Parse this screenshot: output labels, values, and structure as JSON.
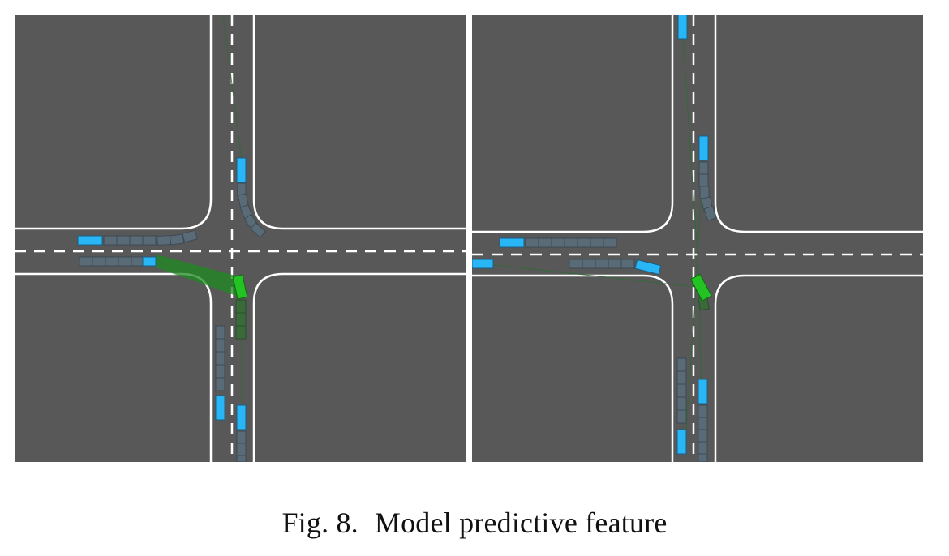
{
  "figure": {
    "label": "Fig. 8.",
    "caption": "Model predictive feature"
  },
  "colors": {
    "road": "#585858",
    "lane_line": "#ffffff",
    "other_vehicle": "#29b6f6",
    "predicted_vehicle": "#5a6b78",
    "ego_vehicle": "#22c322",
    "ego_trail": "#1f8a22"
  },
  "panels": [
    {
      "name": "left-intersection-scene"
    },
    {
      "name": "right-intersection-scene"
    }
  ]
}
